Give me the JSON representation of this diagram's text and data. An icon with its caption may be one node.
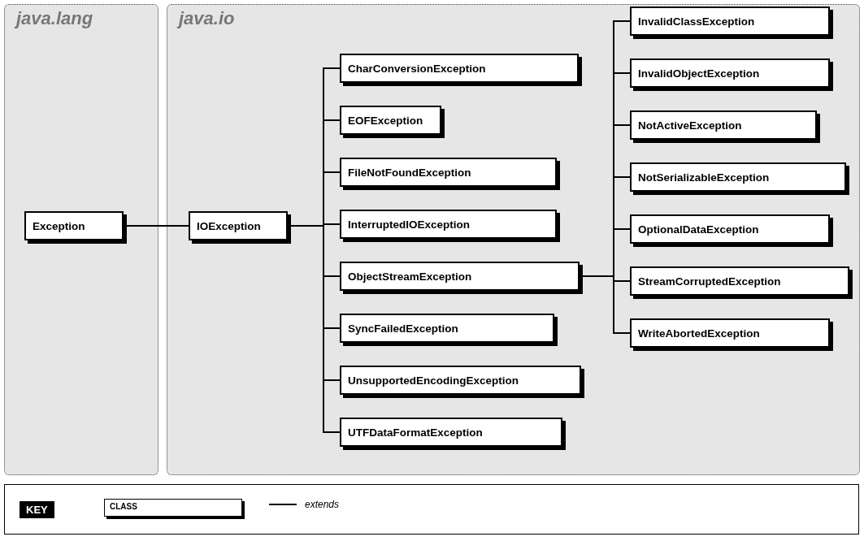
{
  "diagram": {
    "nodes": [
      {
        "text": [
          "java.lang"
        ]
      },
      {
        "text": [
          "Exception"
        ],
        "in": 0
      },
      {
        "text": [
          "java.io"
        ]
      },
      {
        "text": [
          "IOException"
        ],
        "in": 2
      },
      {
        "text": [
          "CharConversionException"
        ],
        "in": 2
      },
      {
        "text": [
          "EOFException"
        ],
        "in": 2
      },
      {
        "text": [
          "FileNotFoundException"
        ],
        "in": 2
      },
      {
        "text": [
          "InterruptedIOException"
        ],
        "in": 2
      },
      {
        "text": [
          "ObjectStreamException"
        ],
        "in": 2
      },
      {
        "text": [
          "SyncFailedException"
        ],
        "in": 2
      },
      {
        "text": [
          "UnsupportedEncodingException"
        ],
        "in": 2
      },
      {
        "text": [
          "UTFDataFormatException"
        ],
        "in": 2
      },
      {
        "text": [
          "InvalidClassException"
        ],
        "in": 2
      },
      {
        "text": [
          "InvalidObjectException"
        ],
        "in": 2
      },
      {
        "text": [
          "NotActiveException"
        ],
        "in": 2
      },
      {
        "text": [
          "NotSerializableException"
        ],
        "in": 2
      },
      {
        "text": [
          "OptionalDataException"
        ],
        "in": 2
      },
      {
        "text": [
          "StreamCorruptedException"
        ],
        "in": 2
      },
      {
        "text": [
          "WriteAbortedException"
        ],
        "in": 2
      }
    ],
    "edges": [
      {
        "from": 1,
        "to": 3,
        "arrow": "none"
      },
      {
        "from": 3,
        "to": 4,
        "arrow": "none"
      },
      {
        "from": 3,
        "to": 5,
        "arrow": "none"
      },
      {
        "from": 3,
        "to": 6,
        "arrow": "none"
      },
      {
        "from": 3,
        "to": 7,
        "arrow": "none"
      },
      {
        "from": 3,
        "to": 8,
        "arrow": "none"
      },
      {
        "from": 3,
        "to": 9,
        "arrow": "none"
      },
      {
        "from": 3,
        "to": 10,
        "arrow": "none"
      },
      {
        "from": 3,
        "to": 11,
        "arrow": "none"
      },
      {
        "from": 8,
        "to": 12,
        "arrow": "none"
      },
      {
        "from": 8,
        "to": 13,
        "arrow": "none"
      },
      {
        "from": 8,
        "to": 14,
        "arrow": "none"
      },
      {
        "from": 8,
        "to": 15,
        "arrow": "none"
      },
      {
        "from": 8,
        "to": 16,
        "arrow": "none"
      },
      {
        "from": 8,
        "to": 17,
        "arrow": "none"
      },
      {
        "from": 8,
        "to": 18,
        "arrow": "none"
      }
    ],
    "labels": [
      "KEY"
    ],
    "legend": [
      {
        "text": "CLASS"
      },
      {
        "text": "extends"
      }
    ]
  }
}
